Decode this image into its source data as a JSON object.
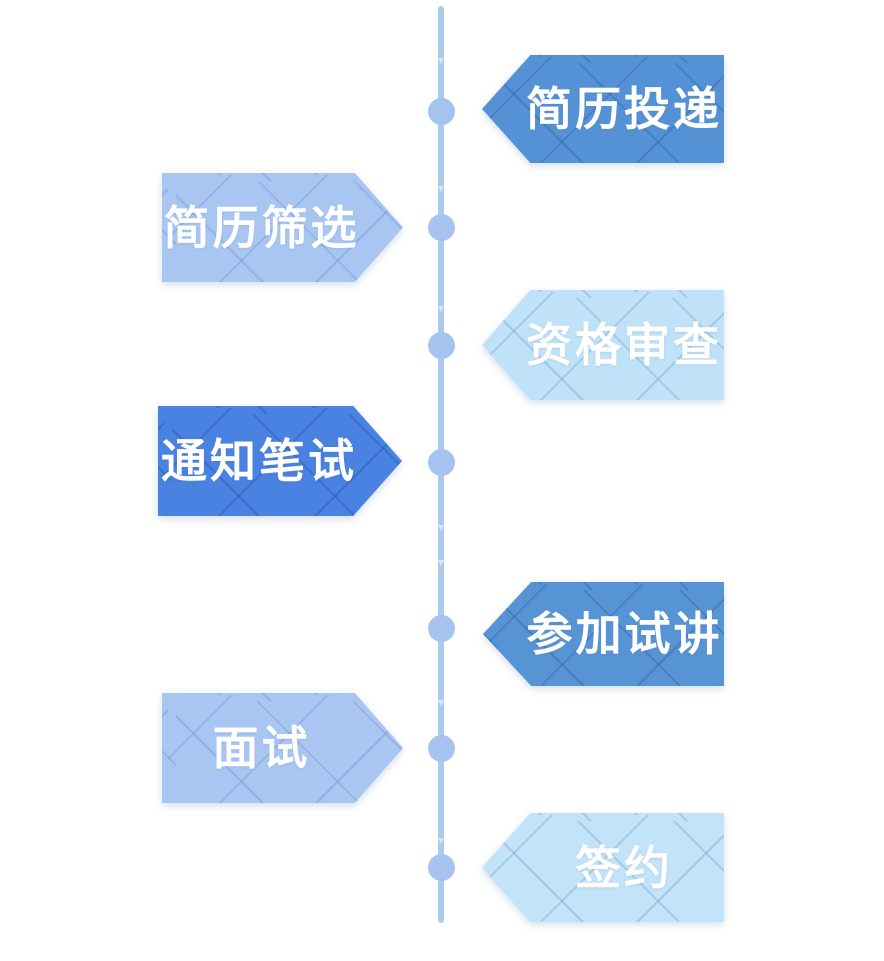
{
  "diagram": {
    "kind": "vertical-timeline-flow",
    "line_color": "#aacbec",
    "node_color": "#a6c3f0",
    "label_text_color": "#ffffff",
    "node_count": 7
  },
  "steps": [
    {
      "label": "简历投递",
      "side": "right",
      "fill": "#5592d5",
      "lattice": "rgba(40,80,150,0.32)"
    },
    {
      "label": "简历筛选",
      "side": "left",
      "fill": "#a9c6f2",
      "lattice": "rgba(118,148,208,0.42)"
    },
    {
      "label": "资格审查",
      "side": "right",
      "fill": "#c0e2f8",
      "lattice": "rgba(128,172,212,0.48)"
    },
    {
      "label": "通知笔试",
      "side": "left",
      "fill": "#4a82e2",
      "lattice": "rgba(28,68,158,0.32)"
    },
    {
      "label": "参加试讲",
      "side": "right",
      "fill": "#5794d6",
      "lattice": "rgba(40,80,150,0.32)"
    },
    {
      "label": "面试",
      "side": "left",
      "fill": "#a9c6f2",
      "lattice": "rgba(118,148,208,0.42)"
    },
    {
      "label": "签约",
      "side": "right",
      "fill": "#c2e3f8",
      "lattice": "rgba(128,172,212,0.48)"
    }
  ]
}
